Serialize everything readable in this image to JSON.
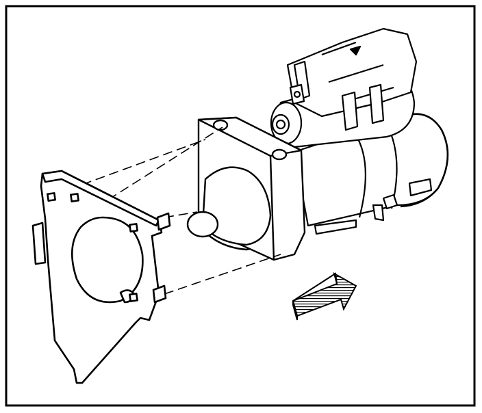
{
  "figure": {
    "colors": {
      "ink": "#000000",
      "paper": "#ffffff",
      "hatch": "#3a3a3a"
    },
    "components": [
      {
        "id": "heat-shield",
        "icon": "mounting-bracket"
      },
      {
        "id": "starter-motor",
        "icon": "cylinder-assembly"
      },
      {
        "id": "solenoid",
        "icon": "solenoid-cylinder"
      },
      {
        "id": "connector-housing",
        "icon": "electrical-connector"
      },
      {
        "id": "direction-arrow",
        "icon": "arrow-right-up-icon"
      }
    ]
  }
}
